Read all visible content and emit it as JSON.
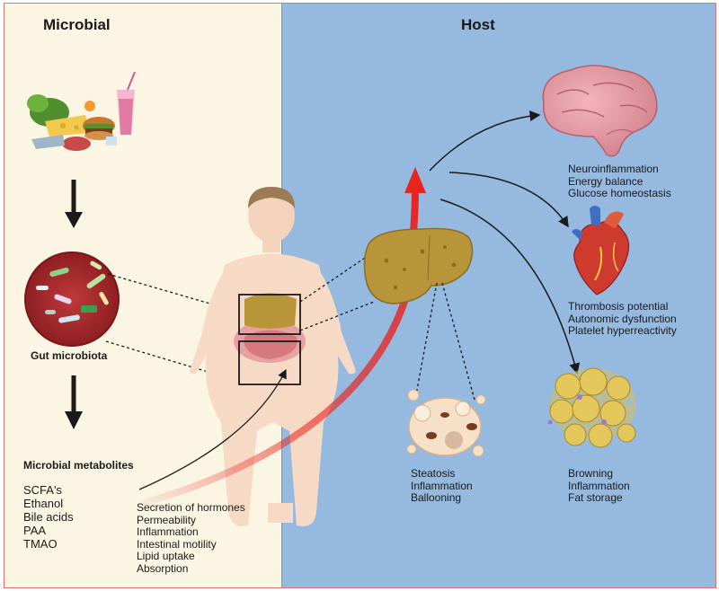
{
  "panels": {
    "left_title": "Microbial",
    "right_title": "Host"
  },
  "gut": {
    "label": "Gut microbiota"
  },
  "metabolites": {
    "title": "Microbial metabolites",
    "items": [
      "SCFA's",
      "Ethanol",
      "Bile acids",
      "PAA",
      "TMAO"
    ]
  },
  "intestine_effects": [
    "Secretion of hormones",
    "Permeability",
    "Inflammation",
    "Intestinal motility",
    "Lipid uptake",
    "Absorption"
  ],
  "brain_effects": [
    "Neuroinflammation",
    "Energy balance",
    "Glucose homeostasis"
  ],
  "heart_effects": [
    "Thrombosis potential",
    "Autonomic dysfunction",
    "Platelet hyperreactivity"
  ],
  "liver_effects": [
    "Steatosis",
    "Inflammation",
    "Ballooning"
  ],
  "adipose_effects": [
    "Browning",
    "Inflammation",
    "Fat storage"
  ],
  "colors": {
    "left_bg": "#faf6e3",
    "right_bg": "#95b9df",
    "border": "#e0736e",
    "arrow_red": "#e8241f",
    "liver": "#b9953a"
  }
}
